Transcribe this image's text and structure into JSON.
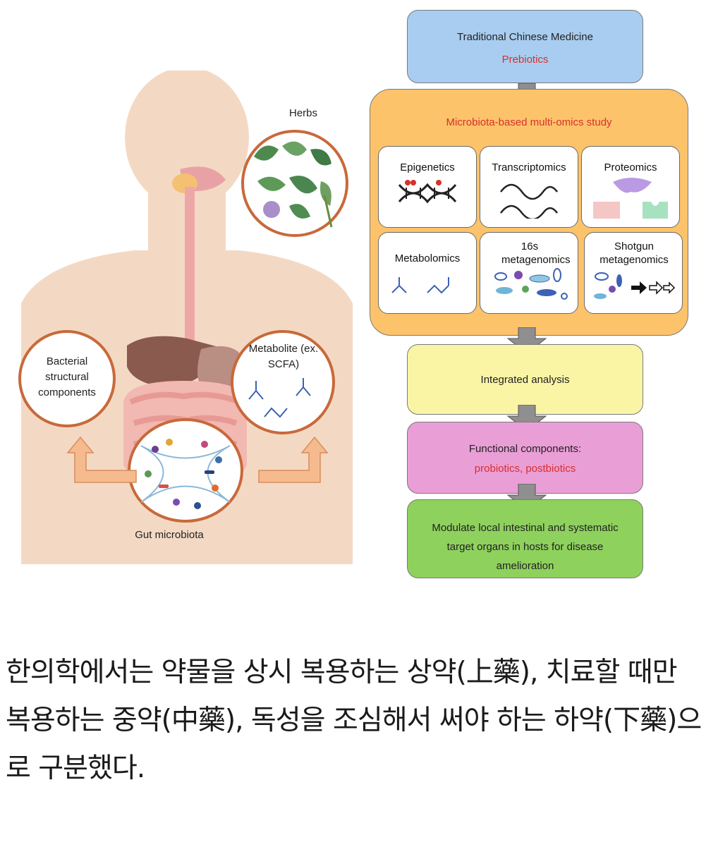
{
  "left_panel": {
    "herbs_label": "Herbs",
    "bacterial_label": "Bacterial structural components",
    "metabolite_label": "Metabolite (ex. SCFA)",
    "gut_label": "Gut microbiota"
  },
  "flow": {
    "tcm_title": "Traditional Chinese Medicine",
    "tcm_sub": "Prebiotics",
    "omics_title": "Microbiota-based multi-omics study",
    "cards": [
      "Epigenetics",
      "Transcriptomics",
      "Proteomics",
      "Metabolomics",
      "16s metagenomics",
      "Shotgun metagenomics"
    ],
    "integrated": "Integrated analysis",
    "functional_title": "Functional components:",
    "functional_sub": "probiotics, postbiotics",
    "modulate": "Modulate local intestinal and systematic target organs in hosts for disease amelioration"
  },
  "caption": "한의학에서는 약물을 상시 복용하는 상약(上藥), 치료할 때만 복용하는 중약(中藥), 독성을 조심해서 써야 하는 하약(下藥)으로 구분했다.",
  "colors": {
    "tcm_fill": "#a9cdf0",
    "omics_fill": "#fcc36b",
    "integrated_fill": "#faf5a5",
    "functional_fill": "#ea9ed6",
    "modulate_fill": "#8ed15d",
    "circle_border": "#c8693a",
    "arrow_fill": "#f6ba8f",
    "flow_arrow": "#8f8f8f"
  }
}
